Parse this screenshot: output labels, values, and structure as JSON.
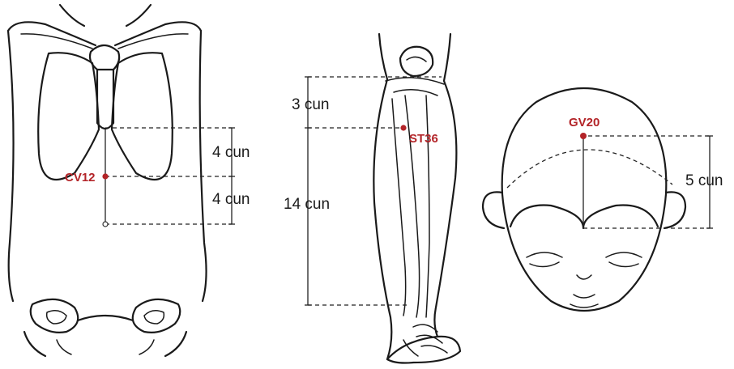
{
  "colors": {
    "point": "#b32428",
    "line": "#1a1a1a"
  },
  "panels": {
    "torso": {
      "point_label": "CV12",
      "upper_measure": "4 cun",
      "lower_measure": "4 cun"
    },
    "leg": {
      "point_label": "ST36",
      "upper_measure": "3 cun",
      "lower_measure": "14 cun"
    },
    "head": {
      "point_label": "GV20",
      "measure": "5 cun"
    }
  }
}
